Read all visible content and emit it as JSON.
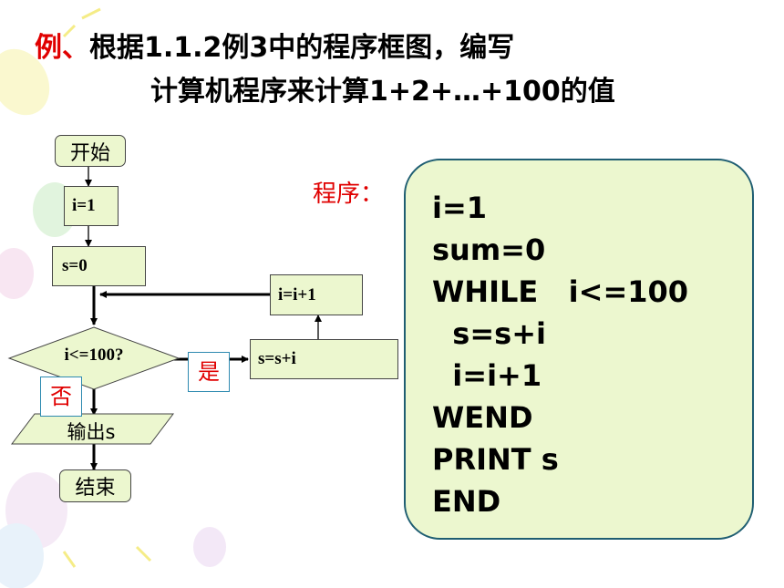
{
  "title": {
    "prefix": "例、",
    "line1": "根据1.1.2例3中的程序框图，编写",
    "line2": "计算机程序来计算1+2+…+100的值"
  },
  "flowchart": {
    "start": "开始",
    "init_i": "i=1",
    "init_s": "s=0",
    "condition": "i<=100?",
    "yes_label": "是",
    "no_label": "否",
    "body_sum": "s=s+i",
    "body_inc": "i=i+1",
    "output": "输出s",
    "end": "结束"
  },
  "program": {
    "label": "程序：",
    "lines": [
      "i=1",
      "sum=0",
      "WHILE   i<=100",
      "  s=s+i",
      "  i=i+1",
      "WEND",
      "PRINT s",
      "END"
    ]
  },
  "colors": {
    "accent_red": "#e00000",
    "box_fill": "#ecf7cf",
    "code_border": "#1f5e72"
  }
}
